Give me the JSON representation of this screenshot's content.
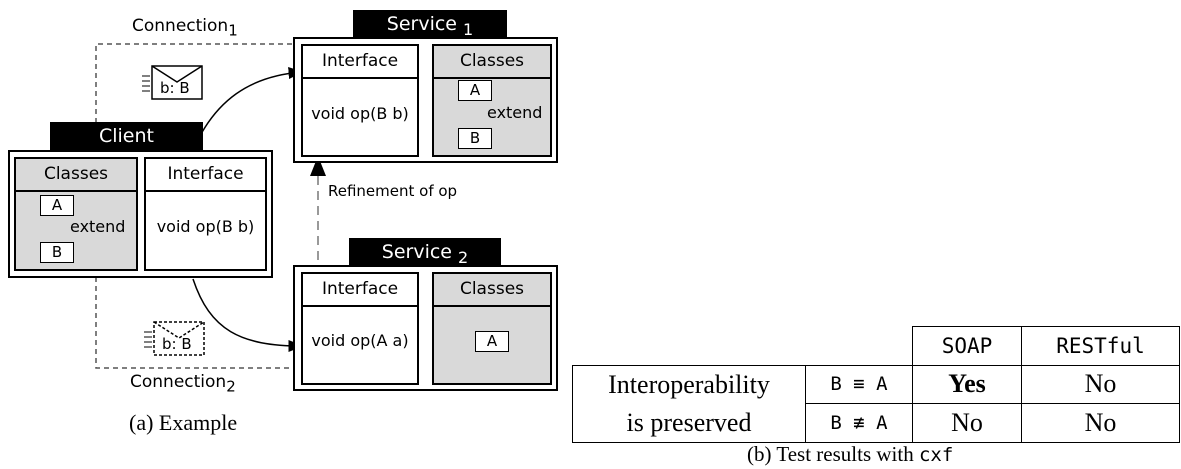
{
  "diagram": {
    "client": {
      "title": "Client",
      "classes_head": "Classes",
      "interface_head": "Interface",
      "interface_body": "void op(B b)",
      "class_a": "A",
      "class_b": "B",
      "extend": "extend"
    },
    "service1": {
      "title": "Service",
      "subscript": "1",
      "interface_head": "Interface",
      "interface_body": "void op(B b)",
      "classes_head": "Classes",
      "class_a": "A",
      "class_b": "B",
      "extend": "extend"
    },
    "service2": {
      "title": "Service",
      "subscript": "2",
      "interface_head": "Interface",
      "interface_body": "void op(A a)",
      "classes_head": "Classes",
      "class_a": "A"
    },
    "connection1": {
      "label": "Connection",
      "subscript": "1"
    },
    "connection2": {
      "label": "Connection",
      "subscript": "2"
    },
    "message1": "b: B",
    "message2": "b: B",
    "refinement": "Refinement of op",
    "caption_a": "(a) Example"
  },
  "table": {
    "col_soap": "SOAP",
    "col_restful": "RESTful",
    "row_label_line1": "Interoperability",
    "row_label_line2": "is preserved",
    "row1_cond": "B ≡ A",
    "row1_soap": "Yes",
    "row1_restful": "No",
    "row2_cond": "B ≢ A",
    "row2_soap": "No",
    "row2_restful": "No",
    "caption_prefix": "(b) Test results with",
    "caption_tool": "cxf"
  }
}
